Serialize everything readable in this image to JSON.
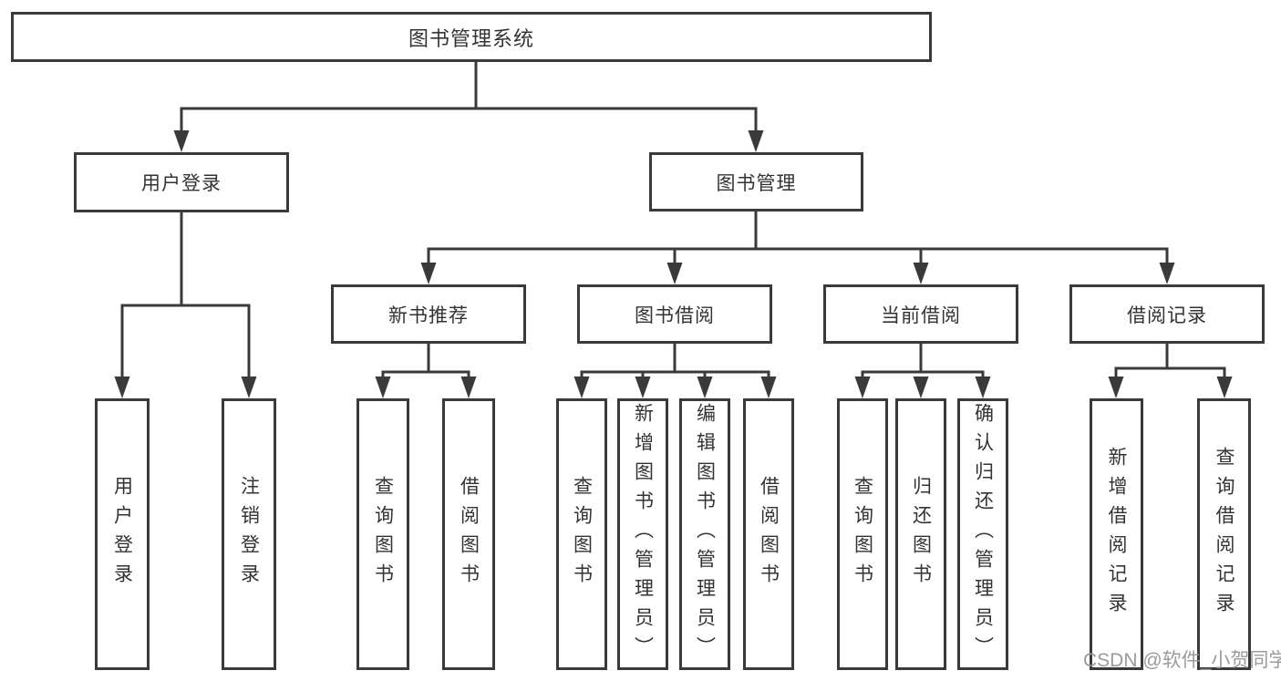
{
  "root": {
    "label": "图书管理系统"
  },
  "branches": [
    {
      "label": "用户登录",
      "children": [
        {
          "label": "用户登录"
        },
        {
          "label": "注销登录"
        }
      ]
    },
    {
      "label": "图书管理",
      "groups": [
        {
          "label": "新书推荐",
          "children": [
            {
              "label": "查询图书"
            },
            {
              "label": "借阅图书"
            }
          ]
        },
        {
          "label": "图书借阅",
          "children": [
            {
              "label": "查询图书"
            },
            {
              "label": "新增图书（管理员）"
            },
            {
              "label": "编辑图书（管理员）"
            },
            {
              "label": "借阅图书"
            }
          ]
        },
        {
          "label": "当前借阅",
          "children": [
            {
              "label": "查询图书"
            },
            {
              "label": "归还图书"
            },
            {
              "label": "确认归还（管理员）"
            }
          ]
        },
        {
          "label": "借阅记录",
          "children": [
            {
              "label": "新增借阅记录"
            },
            {
              "label": "查询借阅记录"
            }
          ]
        }
      ]
    }
  ],
  "watermark": {
    "text": "CSDN @软件_小贺同学"
  },
  "colors": {
    "line": "#3a3a3a",
    "text": "#333333",
    "watermark": "#9b9b9b"
  }
}
